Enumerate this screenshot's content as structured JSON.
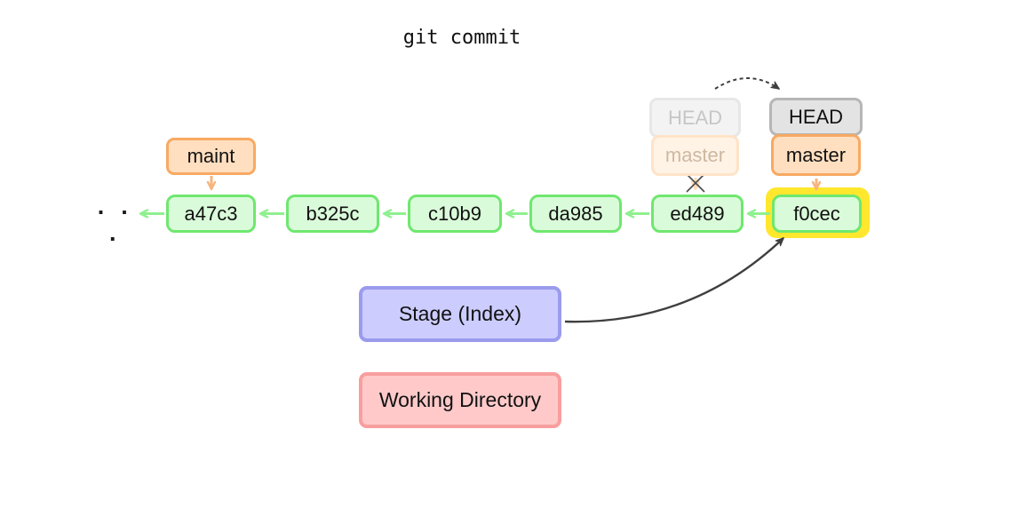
{
  "title": "git commit",
  "history_ellipsis": "· · ·",
  "commits": [
    {
      "id": "a47c3"
    },
    {
      "id": "b325c"
    },
    {
      "id": "c10b9"
    },
    {
      "id": "da985"
    },
    {
      "id": "ed489"
    },
    {
      "id": "f0cec"
    }
  ],
  "highlighted_commit": "f0cec",
  "refs": {
    "maint_label": "maint",
    "old_head_label": "HEAD",
    "old_master_label": "master",
    "new_head_label": "HEAD",
    "new_master_label": "master"
  },
  "areas": {
    "stage_label": "Stage (Index)",
    "working_dir_label": "Working Directory"
  },
  "colors": {
    "commit_fill": "#dafbda",
    "commit_border": "#6fe76f",
    "commit_arrow": "#8ff08f",
    "branch_fill": "#ffdfc0",
    "branch_border": "#f8a963",
    "branch_arrow": "#f7b47c",
    "head_fill": "#e3e3e3",
    "head_border": "#b6b6b6",
    "highlight_yellow": "#ffe72e",
    "stage_fill": "#ccccff",
    "stage_border": "#9b9bee",
    "working_fill": "#ffc9c9",
    "working_border": "#f89e9e",
    "connector_dark": "#3f3f3f"
  }
}
